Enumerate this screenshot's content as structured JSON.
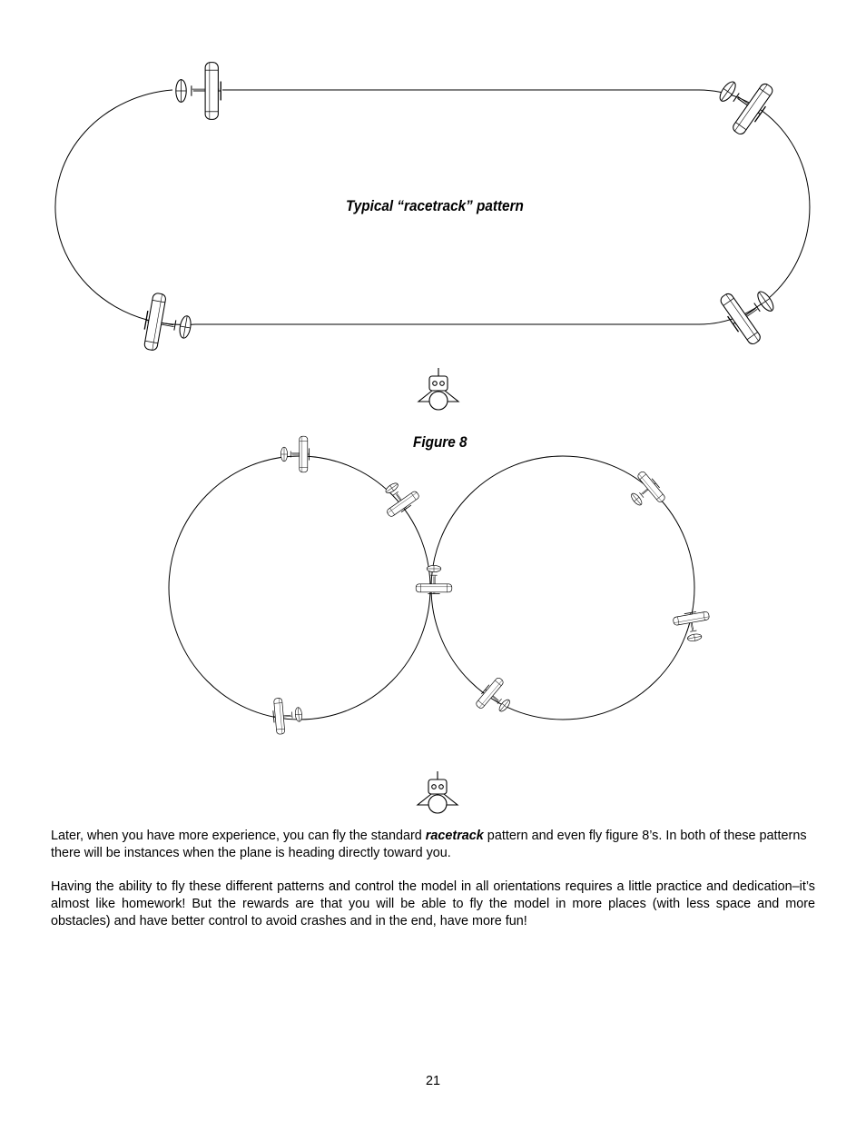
{
  "diagrams": {
    "racetrack_caption": "Typical “racetrack” pattern",
    "figure8_caption": "Figure 8"
  },
  "paragraphs": {
    "p1_before": "Later, when you have more experience, you can fly the standard ",
    "p1_emphasis": "racetrack",
    "p1_after": " pattern and even fly figure 8’s. In both of these patterns there will be instances when the plane is heading directly toward you.",
    "p2": "Having the ability to fly these different patterns and control the model in all orientations requires a little practice and dedication–it’s almost like homework! But the rewards are that you will be able to fly the model in more places (with less space and more obstacles) and have better control to avoid crashes and in the end, have more fun!"
  },
  "page_number": "21"
}
